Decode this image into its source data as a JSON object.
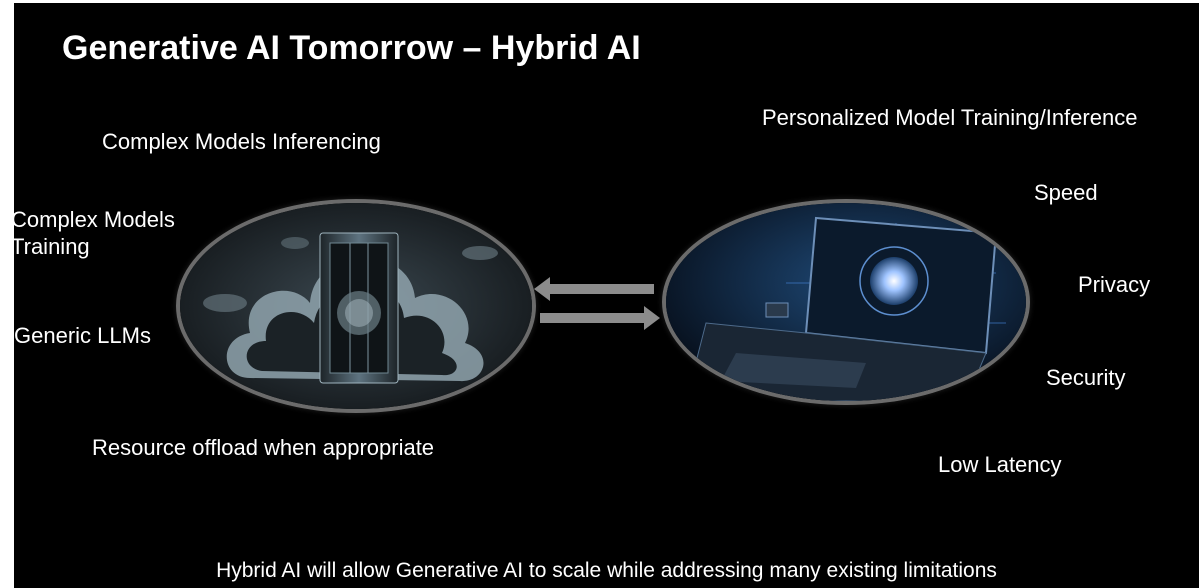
{
  "title": "Generative AI Tomorrow – Hybrid AI",
  "cloud_side": {
    "labels": {
      "inferencing": "Complex Models Inferencing",
      "training_line1": "Complex Models",
      "training_line2": "Training",
      "llms": "Generic LLMs",
      "offload": "Resource offload when appropriate"
    },
    "image": "cloud-server-icon"
  },
  "device_side": {
    "labels": {
      "personalized": "Personalized Model Training/Inference",
      "speed": "Speed",
      "privacy": "Privacy",
      "security": "Security",
      "latency": "Low Latency"
    },
    "image": "laptop-icon"
  },
  "arrows": [
    "arrow-left-icon",
    "arrow-right-icon"
  ],
  "footer": "Hybrid AI will allow Generative AI to scale while addressing many existing limitations",
  "colors": {
    "background": "#000000",
    "text": "#ffffff",
    "arrow": "#8c8c8c"
  }
}
